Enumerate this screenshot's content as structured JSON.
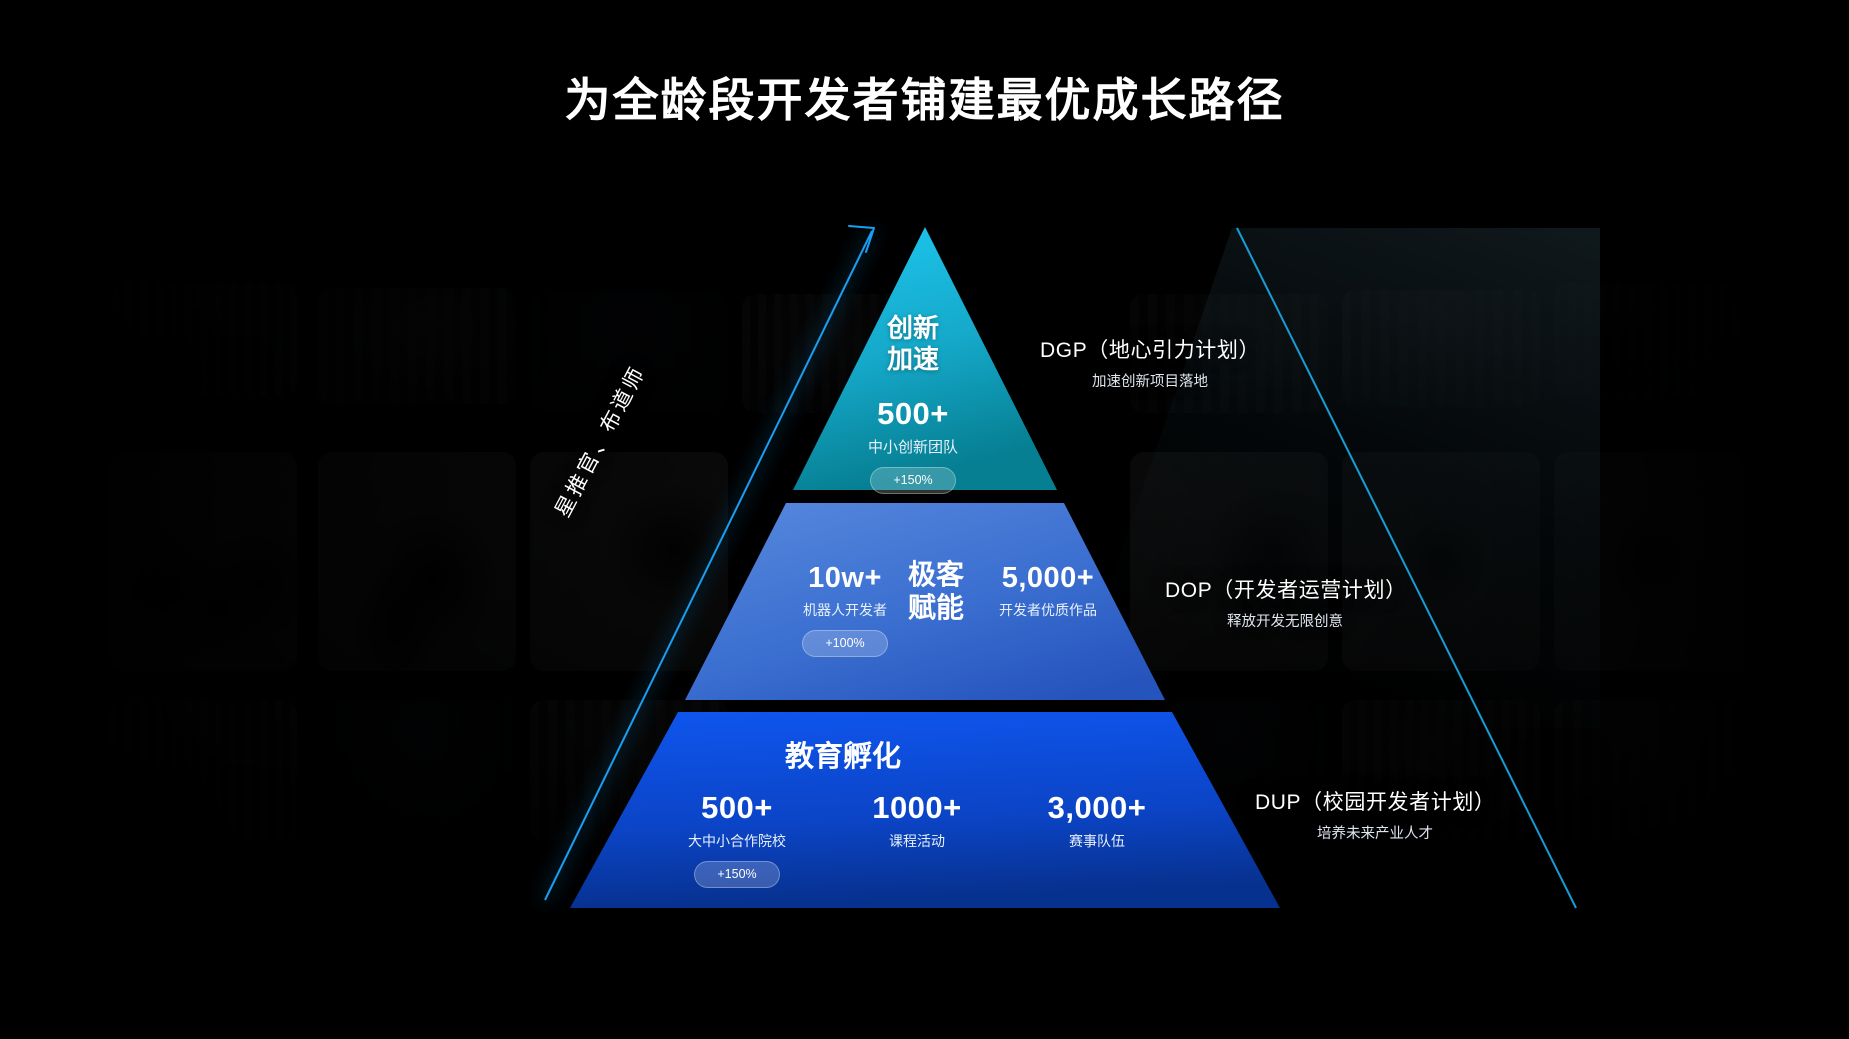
{
  "headline": "为全龄段开发者铺建最优成长路径",
  "axis_label": "星推官、布道师",
  "colors": {
    "tier1_top": "#18c0e8",
    "tier1_bottom": "#0b8fa3",
    "tier2_top": "#4a7fd4",
    "tier2_bottom": "#2e61c7",
    "tier3_top": "#0b4fe8",
    "tier3_bottom": "#0a3a9e",
    "accent_line": "#19a8f0",
    "background": "#000000",
    "text": "#ffffff"
  },
  "pyramid": {
    "tiers": [
      {
        "id": "tier1",
        "title": "创新\n加速",
        "title_lines": [
          "创新",
          "加速"
        ],
        "stats": [
          {
            "value": "500+",
            "caption": "中小创新团队",
            "badge": "+150%"
          }
        ]
      },
      {
        "id": "tier2",
        "title_lines": [
          "极客",
          "赋能"
        ],
        "stats": [
          {
            "value": "10w+",
            "caption": "机器人开发者",
            "badge": "+100%"
          },
          {
            "value": "5,000+",
            "caption": "开发者优质作品",
            "badge": ""
          }
        ]
      },
      {
        "id": "tier3",
        "title": "教育孵化",
        "stats": [
          {
            "value": "500+",
            "caption": "大中小合作院校",
            "badge": "+150%"
          },
          {
            "value": "1000+",
            "caption": "课程活动",
            "badge": ""
          },
          {
            "value": "3,000+",
            "caption": "赛事队伍",
            "badge": ""
          }
        ]
      }
    ]
  },
  "callouts": [
    {
      "id": "dgp",
      "title": "DGP（地心引力计划）",
      "subtitle": "加速创新项目落地"
    },
    {
      "id": "dop",
      "title": "DOP（开发者运营计划）",
      "subtitle": "释放开发无限创意"
    },
    {
      "id": "dup",
      "title": "DUP（校园开发者计划）",
      "subtitle": "培养未来产业人才"
    }
  ],
  "background_photos": [
    {
      "id": "p1",
      "alt": "school-group-photo"
    },
    {
      "id": "p2",
      "alt": "classroom-group-photo"
    },
    {
      "id": "p3",
      "alt": "conference-stage-photo"
    },
    {
      "id": "p4",
      "alt": "expo-booth-photo"
    },
    {
      "id": "p5",
      "alt": "workshop-photo"
    },
    {
      "id": "p6",
      "alt": "lecture-hall-photo"
    },
    {
      "id": "p7",
      "alt": "robot-arms-photo"
    },
    {
      "id": "p8",
      "alt": "robot-dog-photo"
    },
    {
      "id": "p9",
      "alt": "lab-equipment-photo"
    },
    {
      "id": "p10",
      "alt": "competition-floor-photo"
    },
    {
      "id": "p11",
      "alt": "robot-kit-photo"
    },
    {
      "id": "p12",
      "alt": "cad-drawing-photo"
    },
    {
      "id": "p13",
      "alt": "award-ceremony-photo"
    },
    {
      "id": "p14",
      "alt": "exhibition-hall-photo"
    },
    {
      "id": "p15",
      "alt": "blue-stage-photo"
    },
    {
      "id": "p16",
      "alt": "team-photo"
    },
    {
      "id": "p17",
      "alt": "auditorium-photo"
    },
    {
      "id": "p18",
      "alt": "robot-demo-photo"
    }
  ]
}
